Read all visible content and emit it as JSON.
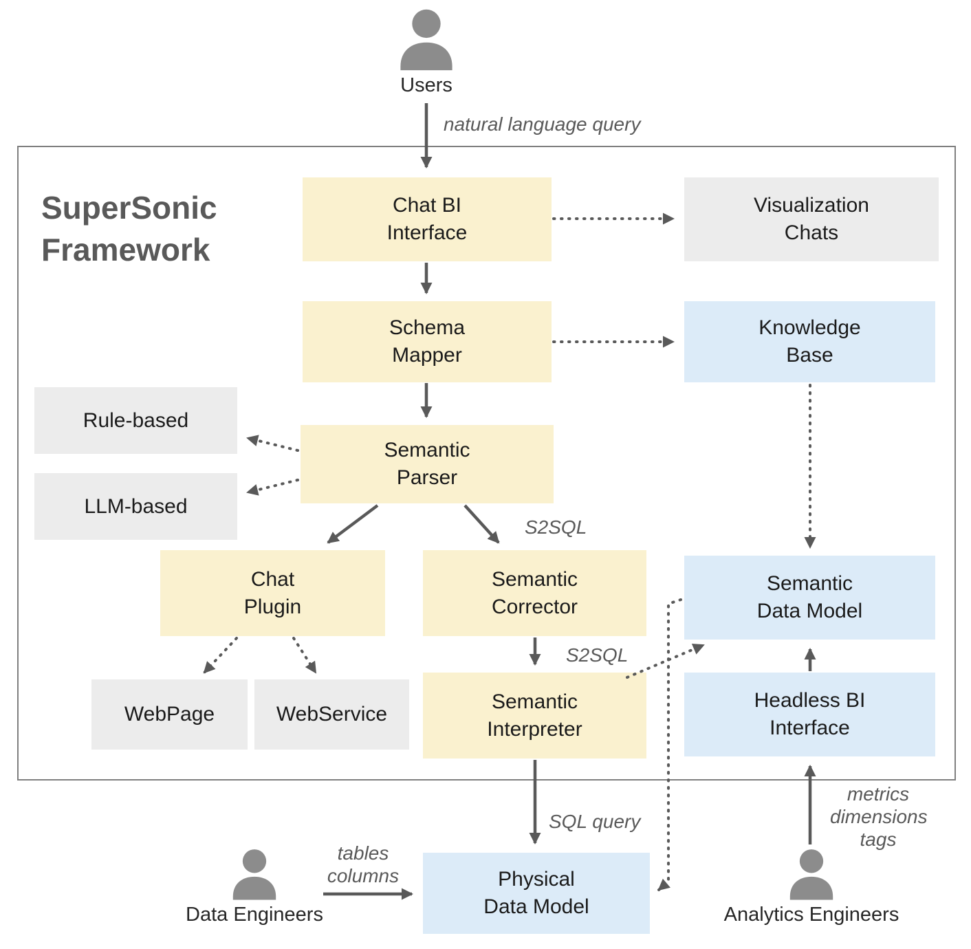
{
  "title": "SuperSonic\nFramework",
  "actors": {
    "users": "Users",
    "data_engineers": "Data Engineers",
    "analytics_engineers": "Analytics Engineers"
  },
  "nodes": {
    "chat_bi": {
      "label": "Chat BI\nInterface",
      "type": "yellow"
    },
    "visualization_chats": {
      "label": "Visualization\nChats",
      "type": "gray"
    },
    "schema_mapper": {
      "label": "Schema\nMapper",
      "type": "yellow"
    },
    "knowledge_base": {
      "label": "Knowledge\nBase",
      "type": "blue"
    },
    "rule_based": {
      "label": "Rule-based",
      "type": "gray"
    },
    "llm_based": {
      "label": "LLM-based",
      "type": "gray"
    },
    "semantic_parser": {
      "label": "Semantic\nParser",
      "type": "yellow"
    },
    "chat_plugin": {
      "label": "Chat\nPlugin",
      "type": "yellow"
    },
    "semantic_corrector": {
      "label": "Semantic\nCorrector",
      "type": "yellow"
    },
    "semantic_data_model": {
      "label": "Semantic\nData Model",
      "type": "blue"
    },
    "webpage": {
      "label": "WebPage",
      "type": "gray"
    },
    "webservice": {
      "label": "WebService",
      "type": "gray"
    },
    "semantic_interpreter": {
      "label": "Semantic\nInterpreter",
      "type": "yellow"
    },
    "headless_bi": {
      "label": "Headless BI\nInterface",
      "type": "blue"
    },
    "physical_data_model": {
      "label": "Physical\nData Model",
      "type": "blue"
    }
  },
  "edge_labels": {
    "natural_language_query": "natural language query",
    "s2sql_parser": "S2SQL",
    "s2sql_corrector": "S2SQL",
    "sql_query": "SQL query",
    "tables_columns": "tables\ncolumns",
    "metrics_dimensions_tags": "metrics\ndimensions\ntags"
  },
  "colors": {
    "yellow": "#FAF1CF",
    "blue": "#DCEBF8",
    "gray": "#ECECEC",
    "arrow": "#595959",
    "frame_border": "#7F7F7F",
    "title_text": "#595959",
    "edge_label_text": "#595959",
    "node_text": "#1A1A1A",
    "icon": "#8C8C8C"
  }
}
